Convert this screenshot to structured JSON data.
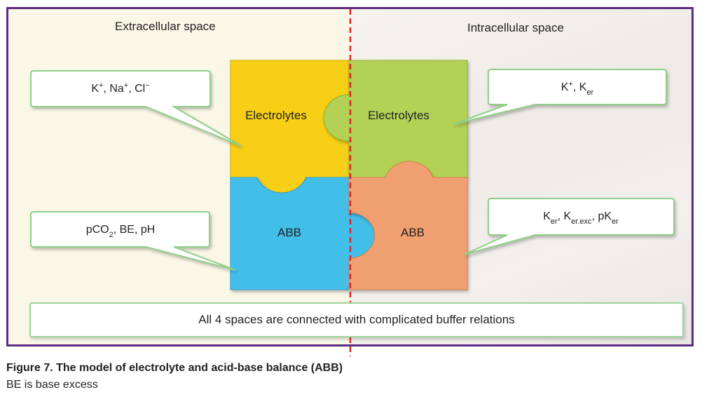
{
  "diagram": {
    "extracellular_label": "Extracellular space",
    "intracellular_label": "Intracellular space",
    "pieces": {
      "top_left": "Electrolytes",
      "top_right": "Electrolytes",
      "bottom_left": "ABB",
      "bottom_right": "ABB"
    },
    "callouts": {
      "top_left": {
        "parts": [
          "K",
          "+",
          ", Na",
          "+",
          ", Cl",
          "−"
        ]
      },
      "top_right": {
        "parts": [
          "K",
          "+",
          ", K",
          "er"
        ]
      },
      "bottom_left": {
        "parts": [
          "pCO",
          "2",
          ", BE, pH"
        ]
      },
      "bottom_right": {
        "parts": [
          "K",
          "er",
          ", K",
          "er.exc",
          ", pK",
          "er"
        ]
      }
    },
    "bottom_note": "All 4 spaces are connected with complicated buffer relations",
    "colors": {
      "electrolytes_left": "#f7cf17",
      "electrolytes_right": "#b3d254",
      "abb_left": "#43bfe9",
      "abb_right": "#f0a070",
      "divider": "#d8262b",
      "frame": "#5b2c83"
    }
  },
  "caption": {
    "title": "Figure 7. The model of electrolyte and acid-base balance (ABB)",
    "subtitle": "BE is base excess"
  }
}
